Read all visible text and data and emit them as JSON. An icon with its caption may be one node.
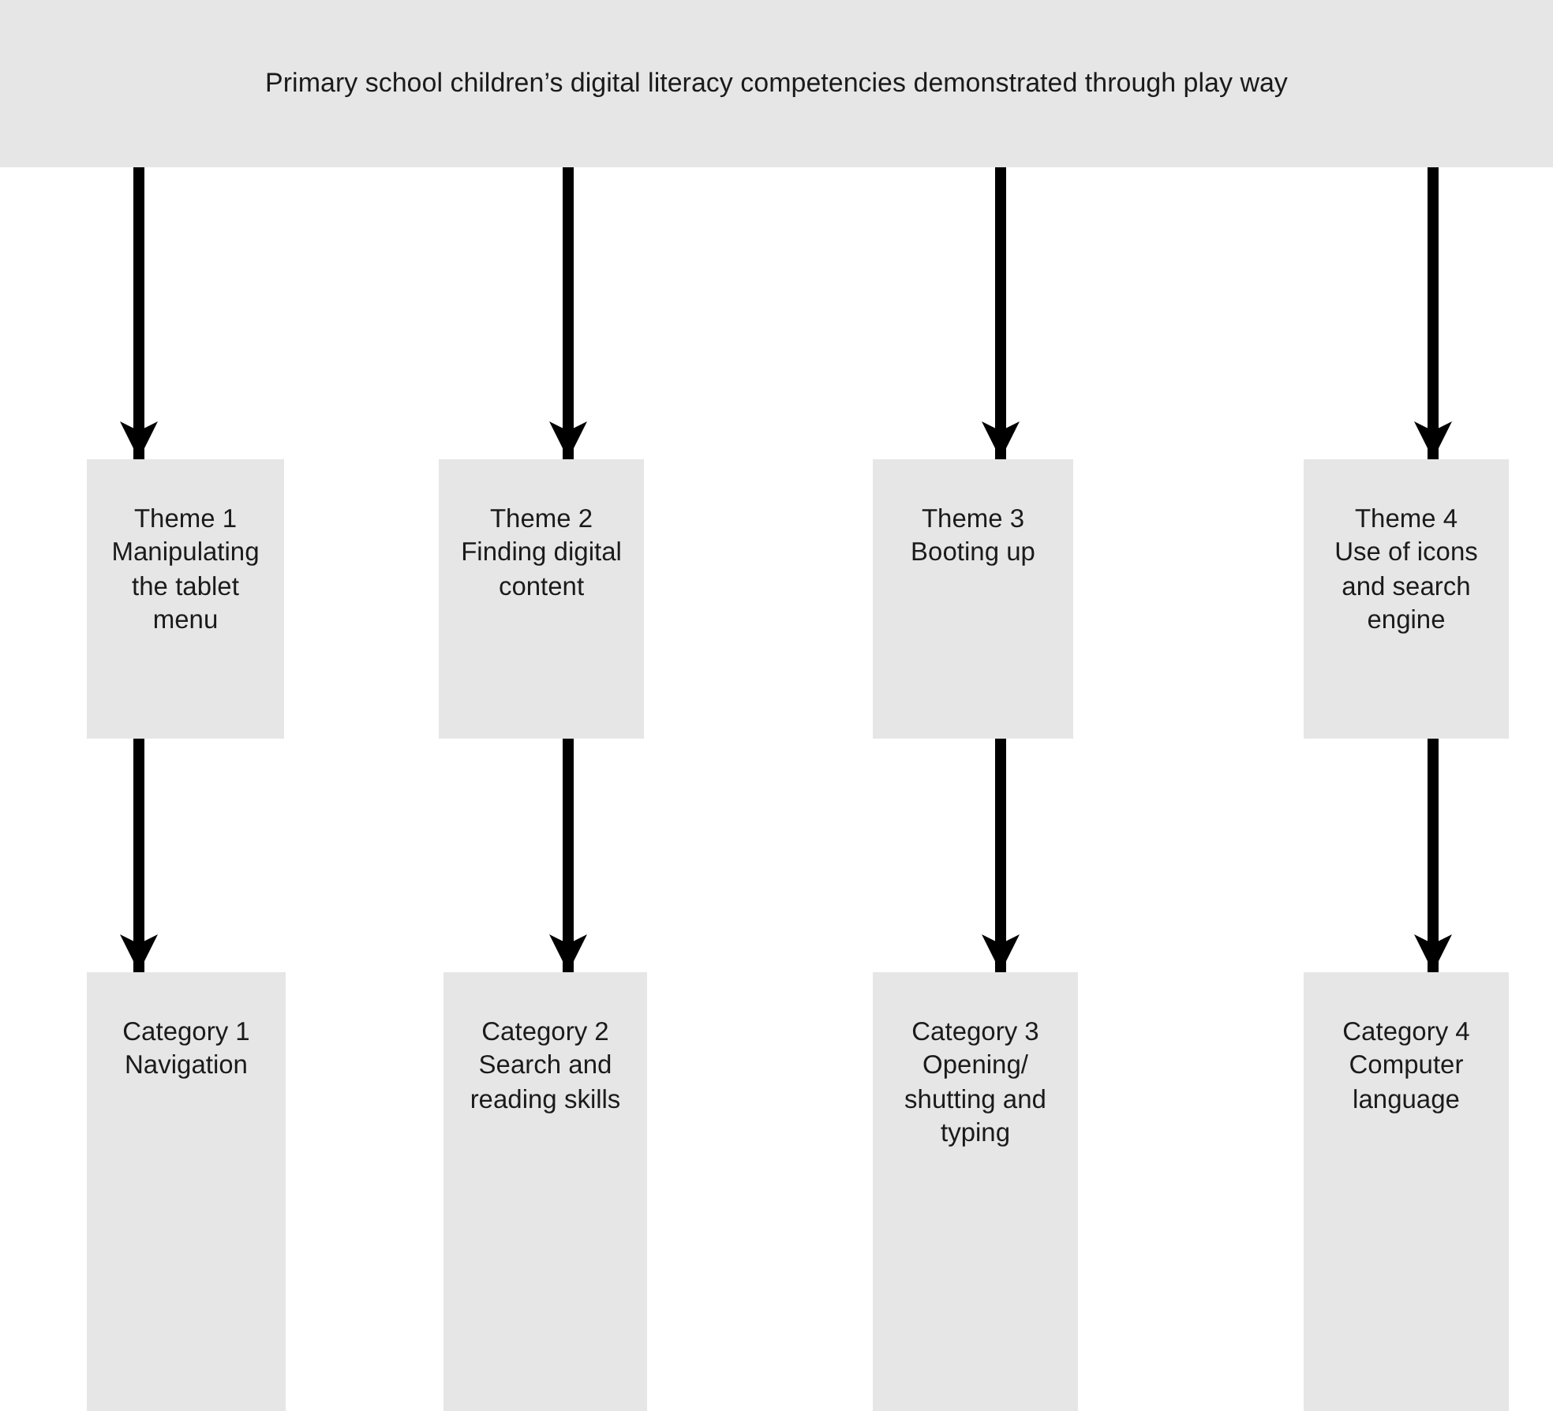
{
  "diagram": {
    "nodes": [
      {
        "text": [
          "Primary school children’s digital literacy competencies demonstrated through play way"
        ]
      },
      {
        "text": [
          "Theme 1",
          "Manipulating the tablet menu"
        ]
      },
      {
        "text": [
          "Theme 2",
          "Finding digital content"
        ]
      },
      {
        "text": [
          "Theme 3",
          "Booting up"
        ]
      },
      {
        "text": [
          "Theme 4",
          "Use of icons and search engine"
        ]
      },
      {
        "text": [
          "Category 1",
          "Navigation"
        ]
      },
      {
        "text": [
          "Category 2",
          "Search and reading skills"
        ]
      },
      {
        "text": [
          "Category 3",
          "Opening/ shutting and typing"
        ]
      },
      {
        "text": [
          "Category 4",
          "Computer language"
        ]
      }
    ],
    "edges": [
      {
        "from": 0,
        "to": 1,
        "arrow": "to"
      },
      {
        "from": 0,
        "to": 2,
        "arrow": "to"
      },
      {
        "from": 0,
        "to": 3,
        "arrow": "to"
      },
      {
        "from": 0,
        "to": 4,
        "arrow": "to"
      },
      {
        "from": 1,
        "to": 5,
        "arrow": "to"
      },
      {
        "from": 2,
        "to": 6,
        "arrow": "to"
      },
      {
        "from": 3,
        "to": 7,
        "arrow": "to"
      },
      {
        "from": 4,
        "to": 8,
        "arrow": "to"
      }
    ]
  }
}
